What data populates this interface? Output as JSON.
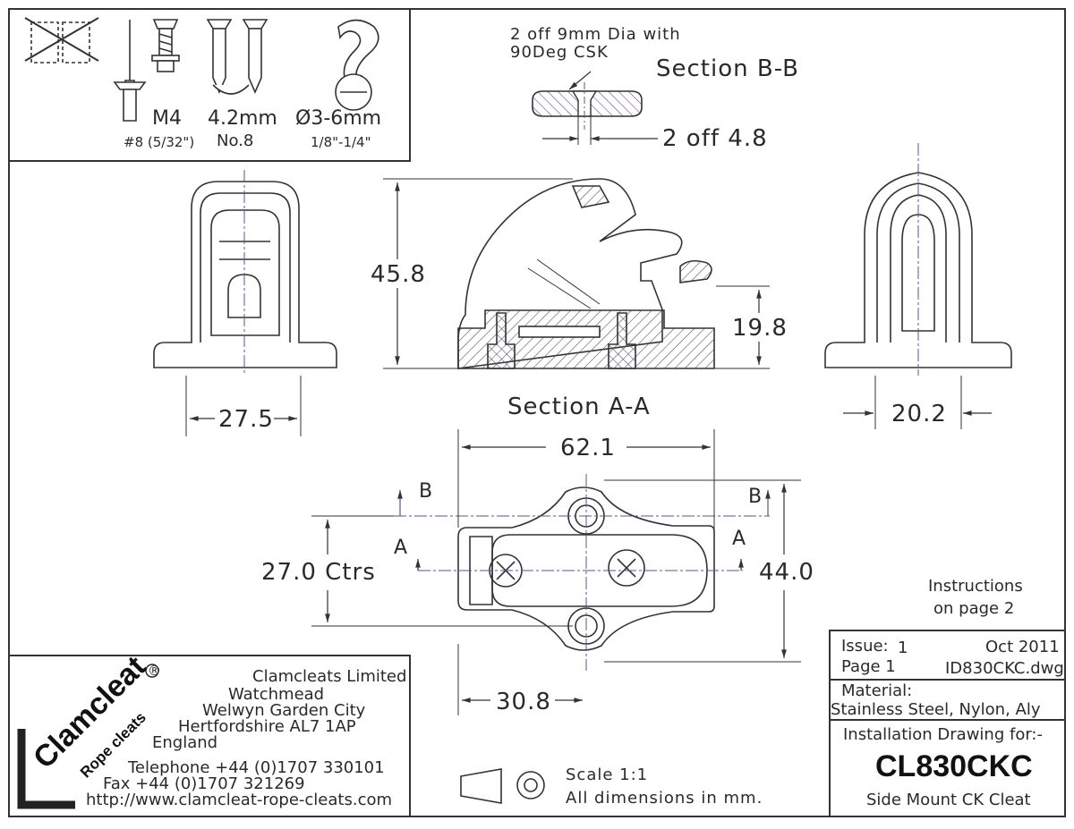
{
  "fasteners": {
    "rivet_label": "M4",
    "rivet_sub": "#8 (5/32\")",
    "screw_label": "4.2mm",
    "screw_sub": "No.8",
    "rope_label": "Ø3-6mm",
    "rope_sub": "1/8\"-1/4\""
  },
  "section_bb": {
    "note_line1": "2 off 9mm Dia with",
    "note_line2": "90Deg CSK",
    "title": "Section B-B",
    "hole_dim": "2 off 4.8"
  },
  "front_view": {
    "width_dim": "27.5"
  },
  "section_aa": {
    "title": "Section A-A",
    "height_dim": "45.8",
    "jaw_dim": "19.8"
  },
  "side_view": {
    "width_dim": "20.2"
  },
  "plan_view": {
    "length_dim": "62.1",
    "centres_dim": "27.0 Ctrs",
    "width_dim": "44.0",
    "offset_dim": "30.8",
    "section_b": "B",
    "section_a": "A"
  },
  "instructions": {
    "line1": "Instructions",
    "line2": "on page 2"
  },
  "company": {
    "logo_main": "Clamcleat",
    "logo_reg": "®",
    "logo_sub": "Rope cleats",
    "address": [
      "Clamcleats Limited",
      "Watchmead",
      "Welwyn Garden City",
      "Hertfordshire AL7 1AP",
      "England"
    ],
    "telephone": "Telephone +44 (0)1707 330101",
    "fax": "Fax +44 (0)1707 321269",
    "url": "http://www.clamcleat-rope-cleats.com"
  },
  "scale": {
    "line1": "Scale 1:1",
    "line2": "All dimensions in mm."
  },
  "title_block": {
    "issue_label": "Issue:",
    "issue_value": "1",
    "date": "Oct 2011",
    "page": "Page 1",
    "filename": "ID830CKC.dwg",
    "material_label": "Material:",
    "material_value": "Stainless Steel, Nylon, Aly",
    "installation_label": "Installation Drawing for:-",
    "part_number": "CL830CKC",
    "description": "Side Mount CK Cleat"
  }
}
